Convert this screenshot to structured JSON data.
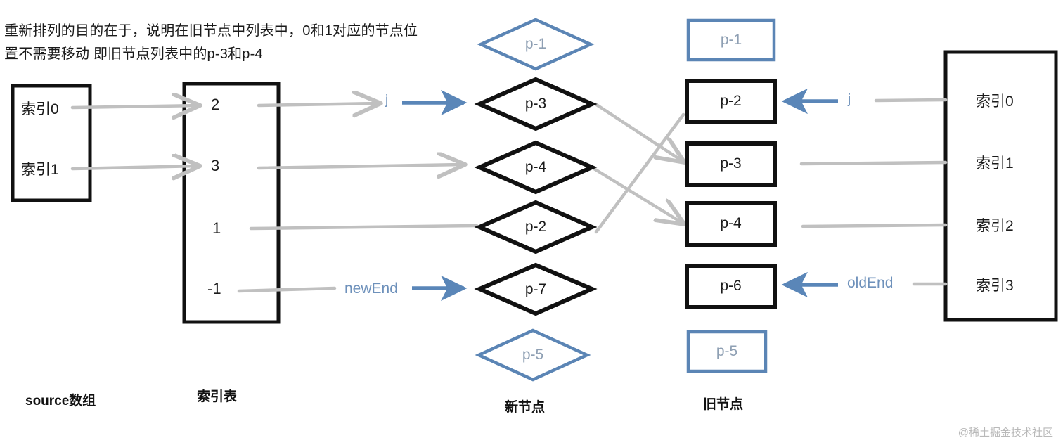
{
  "title": {
    "line1": "重新排列的目的在于，说明在旧节点中列表中，0和1对应的节点位",
    "line2": "置不需要移动      即旧节点列表中的p-3和p-4"
  },
  "colors": {
    "black": "#111111",
    "blue_accent": "#5b85b5",
    "blue_arrow": "#5a86b8",
    "faded_text": "#8e9fb3",
    "gray_line": "#c0c0c0",
    "watermark": "#b9b9b9"
  },
  "source_array": {
    "caption": "source数组",
    "items": [
      {
        "label": "索引0"
      },
      {
        "label": "索引1"
      }
    ]
  },
  "index_table": {
    "caption": "索引表",
    "items": [
      {
        "value": "2"
      },
      {
        "value": "3"
      },
      {
        "value": "1"
      },
      {
        "value": "-1"
      }
    ]
  },
  "new_nodes": {
    "caption": "新节点",
    "items": [
      {
        "label": "p-1",
        "state": "faded"
      },
      {
        "label": "p-3",
        "state": "active"
      },
      {
        "label": "p-4",
        "state": "active"
      },
      {
        "label": "p-2",
        "state": "active"
      },
      {
        "label": "p-7",
        "state": "active"
      },
      {
        "label": "p-5",
        "state": "faded"
      }
    ]
  },
  "old_nodes": {
    "caption": "旧节点",
    "items": [
      {
        "label": "p-1",
        "state": "faded"
      },
      {
        "label": "p-2",
        "state": "active"
      },
      {
        "label": "p-3",
        "state": "active"
      },
      {
        "label": "p-4",
        "state": "active"
      },
      {
        "label": "p-6",
        "state": "active"
      },
      {
        "label": "p-5",
        "state": "faded"
      }
    ]
  },
  "old_index_table": {
    "items": [
      {
        "label": "索引0"
      },
      {
        "label": "索引1"
      },
      {
        "label": "索引2"
      },
      {
        "label": "索引3"
      }
    ]
  },
  "pointers": {
    "j_new": "j",
    "j_old": "j",
    "new_end": "newEnd",
    "old_end": "oldEnd"
  },
  "watermark": "@稀土掘金技术社区"
}
